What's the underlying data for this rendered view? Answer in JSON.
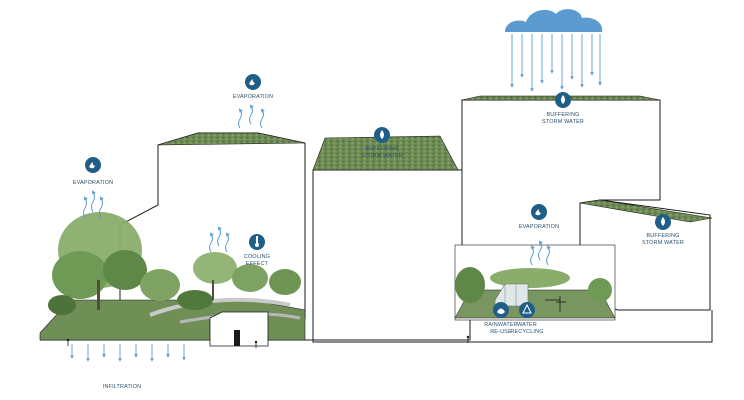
{
  "labels": {
    "evaporation_left": "EVAPORATION",
    "evaporation_top": "EVAPORATION",
    "evaporation_right": "EVAPORATION",
    "cooling_effect_line1": "COOLING",
    "cooling_effect_line2": "EFFECT",
    "buffering_mid_line1": "BUFFERING",
    "buffering_mid_line2": "STORM WATER",
    "buffering_tall_line1": "BUFFERING",
    "buffering_tall_line2": "STORM WATER",
    "buffering_right_line1": "BUFFERING",
    "buffering_right_line2": "STORM WATER",
    "rainwater_line1": "RAINWATER",
    "rainwater_line2": "RE-USE",
    "water_recycling_line1": "WATER",
    "water_recycling_line2": "RECYCLING",
    "infiltration": "INFILTRATION"
  },
  "colors": {
    "accent_blue": "#1f5f87",
    "arrow_blue": "#5b9bd0",
    "roof_green": "#5f7d4b",
    "foliage_green": "#7ea262",
    "outline": "#1b1b1b"
  },
  "icons": [
    "evaporation-icon",
    "cooling-icon",
    "storm-water-icon",
    "rainwater-icon",
    "recycling-icon",
    "rain-cloud-icon"
  ]
}
